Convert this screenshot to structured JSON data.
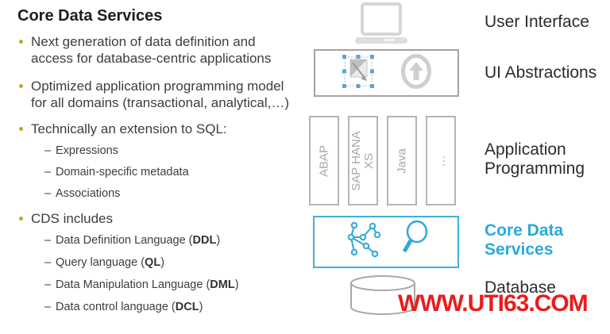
{
  "left": {
    "title": "Core Data Services",
    "dash": "–",
    "bullets": [
      "Next generation of data definition and access for database-centric applications",
      "Optimized application programming model for all domains (transactional, analytical,…)",
      "Technically an extension to SQL:",
      "CDS includes"
    ],
    "sql_subitems": [
      "Expressions",
      "Domain-specific metadata",
      "Associations"
    ],
    "cds_subitems": [
      {
        "pre": "Data Definition Language (",
        "bold": "DDL",
        "post": ")"
      },
      {
        "pre": "Query language (",
        "bold": "QL",
        "post": ")"
      },
      {
        "pre": "Data Manipulation Language (",
        "bold": "DML",
        "post": ")"
      },
      {
        "pre": "Data control language (",
        "bold": "DCL",
        "post": ")"
      }
    ]
  },
  "diagram": {
    "labels": {
      "user_interface": "User Interface",
      "ui_abstractions": "UI Abstractions",
      "application_programming": "Application Programming",
      "core_data_services": "Core Data Services",
      "database": "Database"
    },
    "runtimes": [
      "ABAP",
      "SAP HANA XS",
      "Java",
      "…"
    ],
    "icon_names": [
      "monitor-icon",
      "selection-frame-icon",
      "up-arrow-circle-icon",
      "network-graph-icon",
      "magnifier-icon",
      "database-cylinder-icon"
    ],
    "colors": {
      "accent_cyan": "#2fa9d8",
      "cds_border": "#3fb0d8",
      "gray_border": "#a3a3a3",
      "light_gray_icon": "#d6d6d6",
      "runtime_text": "#a6a6a6"
    }
  },
  "watermark": {
    "text": "WWW.UTI63.COM",
    "color": "#ea1c1c"
  },
  "colors": {
    "bullet_gold": "#c9a22b",
    "body_text": "#3d3d3d",
    "title_text": "#1e1e1e",
    "label_text": "#2c2c2c",
    "cds_label": "#29a9dc"
  }
}
